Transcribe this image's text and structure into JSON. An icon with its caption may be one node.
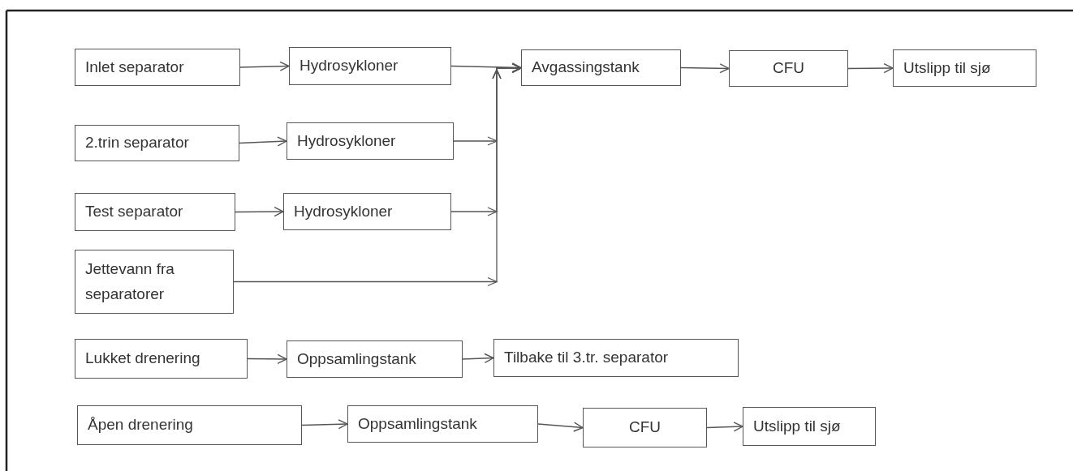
{
  "diagram": {
    "nodes": [
      {
        "text": [
          "Inlet separator"
        ]
      },
      {
        "text": [
          "Hydrosykloner"
        ]
      },
      {
        "text": [
          "Avgassingstank"
        ]
      },
      {
        "text": [
          "CFU"
        ]
      },
      {
        "text": [
          "Utslipp til sjø"
        ]
      },
      {
        "text": [
          "2.trin separator"
        ]
      },
      {
        "text": [
          "Hydrosykloner"
        ]
      },
      {
        "text": [
          "Test separator"
        ]
      },
      {
        "text": [
          "Hydrosykloner"
        ]
      },
      {
        "text": [
          "Jettevann fra separatorer"
        ]
      },
      {
        "text": [
          "Lukket drenering"
        ]
      },
      {
        "text": [
          "Oppsamlingstank"
        ]
      },
      {
        "text": [
          "Tilbake til 3.tr. separator"
        ]
      },
      {
        "text": [
          "Åpen drenering"
        ]
      },
      {
        "text": [
          "Oppsamlingstank"
        ]
      },
      {
        "text": [
          "CFU"
        ]
      },
      {
        "text": [
          "Utslipp til sjø"
        ]
      }
    ],
    "edges": [
      {
        "from": 0,
        "to": 1,
        "arrow": "to"
      },
      {
        "from": 1,
        "to": 2,
        "arrow": "to"
      },
      {
        "from": 2,
        "to": 3,
        "arrow": "to"
      },
      {
        "from": 3,
        "to": 4,
        "arrow": "to"
      },
      {
        "from": 5,
        "to": 6,
        "arrow": "to"
      },
      {
        "from": 6,
        "to": 2,
        "arrow": "to"
      },
      {
        "from": 7,
        "to": 8,
        "arrow": "to"
      },
      {
        "from": 8,
        "to": 2,
        "arrow": "to"
      },
      {
        "from": 9,
        "to": 2,
        "arrow": "to"
      },
      {
        "from": 10,
        "to": 11,
        "arrow": "to"
      },
      {
        "from": 11,
        "to": 12,
        "arrow": "to"
      },
      {
        "from": 13,
        "to": 14,
        "arrow": "to"
      },
      {
        "from": 14,
        "to": 15,
        "arrow": "to"
      },
      {
        "from": 15,
        "to": 16,
        "arrow": "to"
      }
    ]
  }
}
